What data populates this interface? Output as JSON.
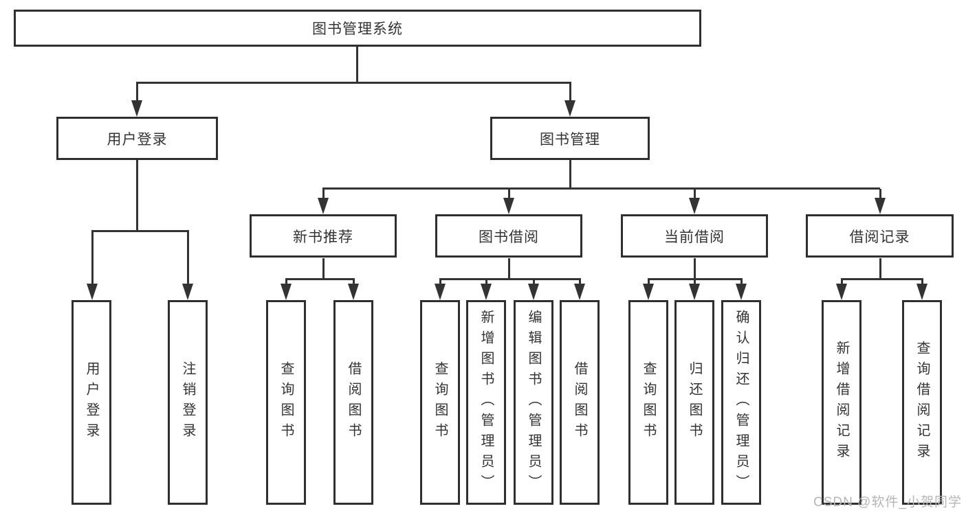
{
  "watermark": "CSDN @软件_小贺同学",
  "colors": {
    "line": "#333333",
    "box_border": "#2f2f2f",
    "box_fill": "#ffffff",
    "text": "#333333",
    "watermark": "#b5b5b5",
    "background": "#ffffff"
  },
  "tree": {
    "root": {
      "label": "图书管理系统",
      "children": [
        {
          "label": "用户登录",
          "children": [
            {
              "label": "用户登录"
            },
            {
              "label": "注销登录"
            }
          ]
        },
        {
          "label": "图书管理",
          "children": [
            {
              "label": "新书推荐",
              "children": [
                {
                  "label": "查询图书"
                },
                {
                  "label": "借阅图书"
                }
              ]
            },
            {
              "label": "图书借阅",
              "children": [
                {
                  "label": "查询图书"
                },
                {
                  "label": "新增图书（管理员）"
                },
                {
                  "label": "编辑图书（管理员）"
                },
                {
                  "label": "借阅图书"
                }
              ]
            },
            {
              "label": "当前借阅",
              "children": [
                {
                  "label": "查询图书"
                },
                {
                  "label": "归还图书"
                },
                {
                  "label": "确认归还（管理员）"
                }
              ]
            },
            {
              "label": "借阅记录",
              "children": [
                {
                  "label": "新增借阅记录"
                },
                {
                  "label": "查询借阅记录"
                }
              ]
            }
          ]
        }
      ]
    }
  }
}
